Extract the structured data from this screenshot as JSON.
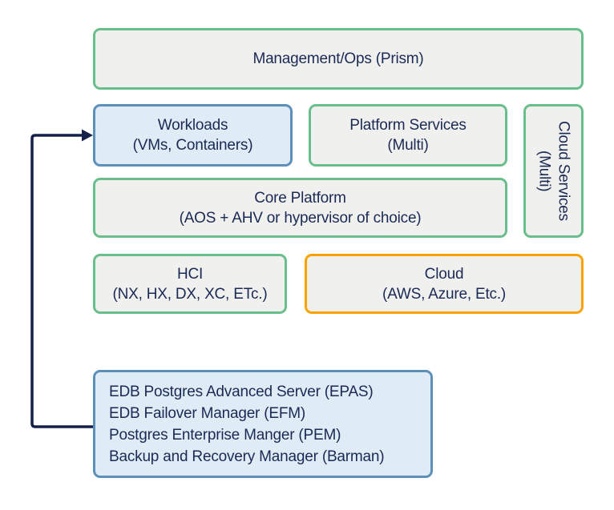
{
  "diagram": {
    "boxes": {
      "management": {
        "label": "Management/Ops (Prism)"
      },
      "workloads": {
        "line1": "Workloads",
        "line2": "(VMs, Containers)"
      },
      "platform_services": {
        "line1": "Platform Services",
        "line2": "(Multi)"
      },
      "cloud_services": {
        "line1": "Cloud Services",
        "line2": "(Multi)"
      },
      "core_platform": {
        "line1": "Core Platform",
        "line2": "(AOS + AHV or hypervisor of choice)"
      },
      "hci": {
        "line1": "HCI",
        "line2": "(NX, HX, DX, XC, ETc.)"
      },
      "cloud": {
        "line1": "Cloud",
        "line2": "(AWS, Azure, Etc.)"
      },
      "edb_stack": {
        "lines": [
          "EDB Postgres Advanced Server (EPAS)",
          "EDB Failover Manager (EFM)",
          "Postgres Enterprise Manger (PEM)",
          "Backup and Recovery Manager (Barman)"
        ]
      }
    },
    "connector": {
      "description": "arrow from EDB stack box to Workloads box"
    },
    "colors": {
      "green_border": "#69be8c",
      "blue_border": "#5c8fba",
      "orange_border": "#f9a200",
      "gray_fill": "#f0f0ef",
      "light_blue_fill": "#dfebf5",
      "text_navy": "#1b2a55",
      "arrow_navy": "#14204a",
      "background": "#ffffff"
    }
  }
}
